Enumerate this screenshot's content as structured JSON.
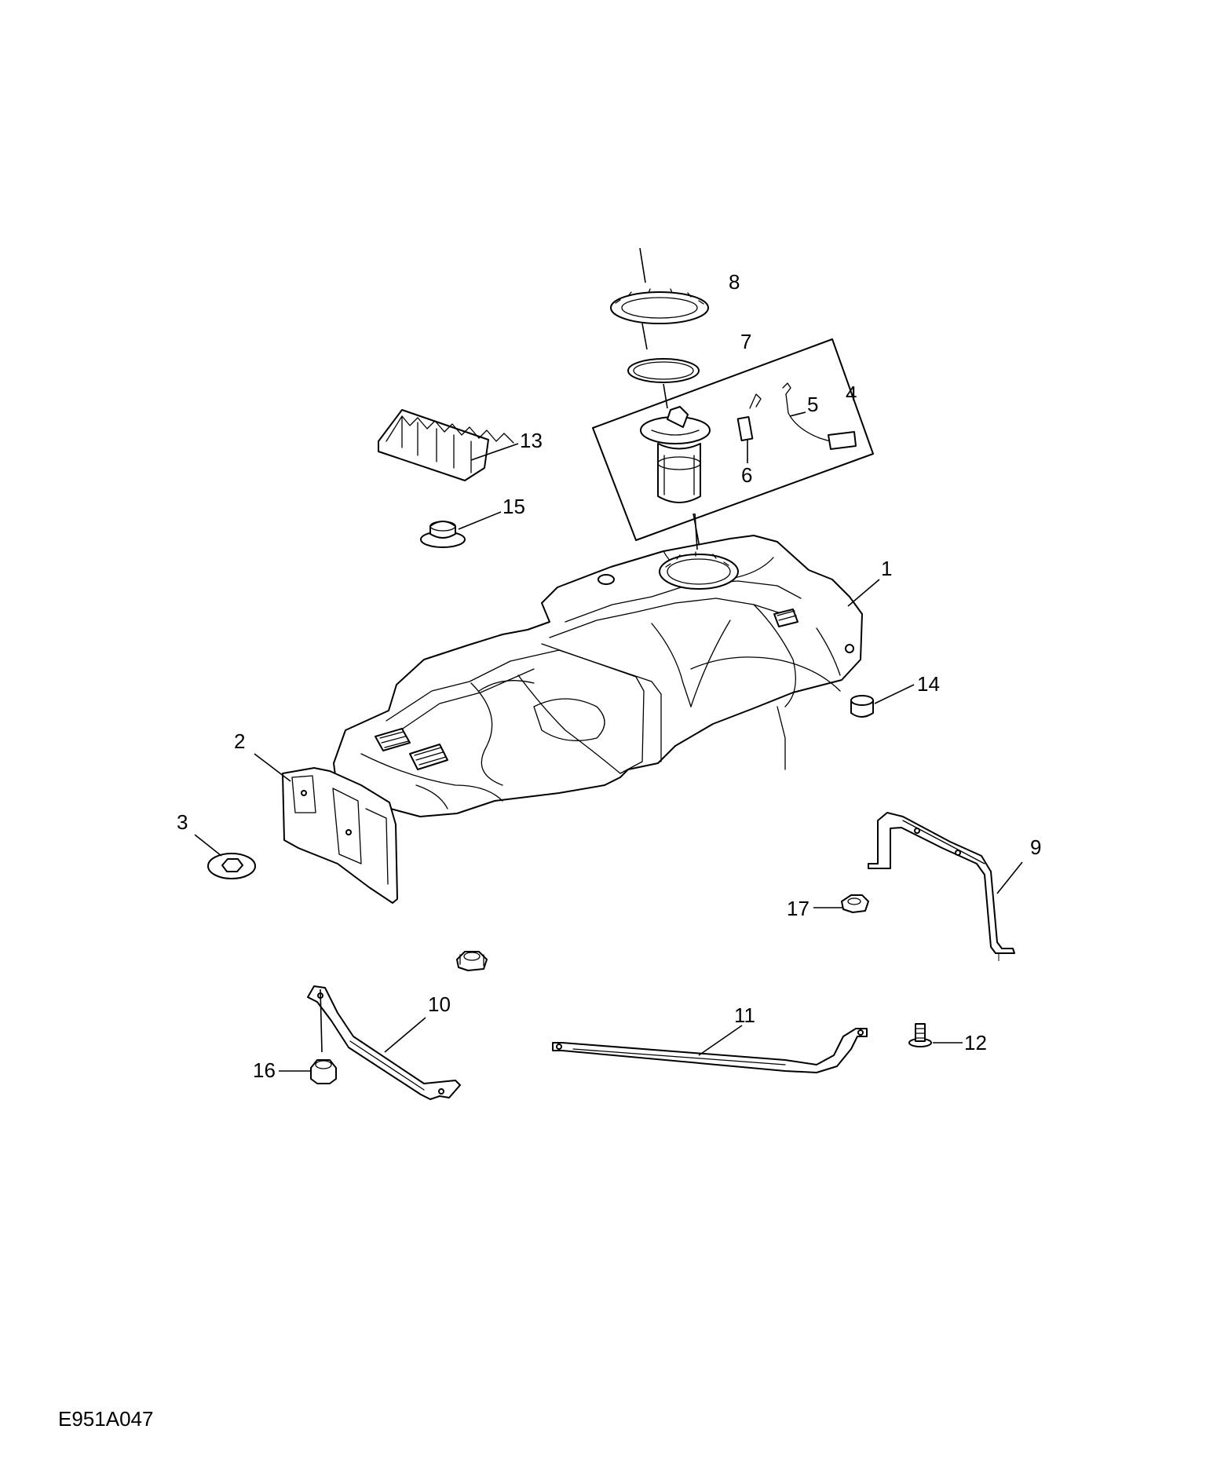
{
  "drawing_code": "E951A047",
  "callouts": [
    "1",
    "2",
    "3",
    "4",
    "5",
    "6",
    "7",
    "8",
    "9",
    "10",
    "11",
    "12",
    "13",
    "14",
    "15",
    "16",
    "17"
  ],
  "colors": {
    "line": "#000000",
    "background": "#ffffff"
  }
}
